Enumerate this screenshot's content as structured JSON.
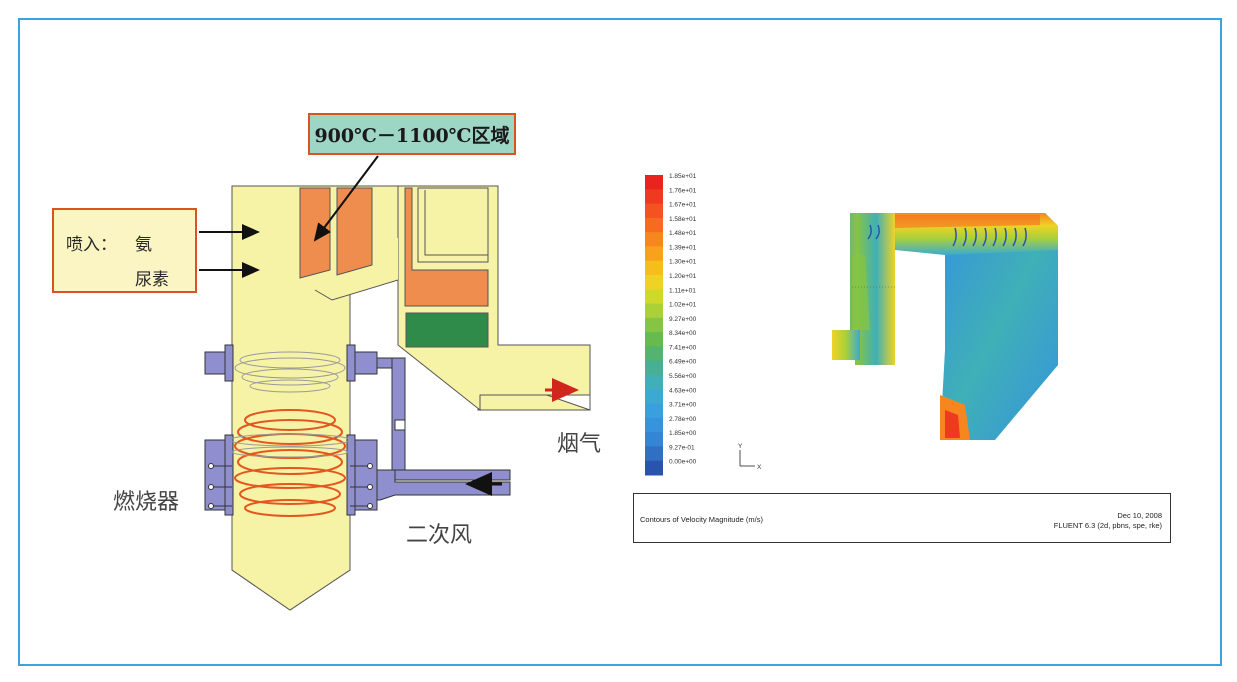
{
  "diagram": {
    "zone_label": "900℃－1100℃区域",
    "inject_prefix": "喷入：",
    "inject_item1": "氨",
    "inject_item2": "尿素",
    "burner_label": "燃烧器",
    "flue_gas_label": "烟气",
    "secondary_air_label": "二次风"
  },
  "cfd": {
    "colorbar_labels": [
      "1.85e+01",
      "1.76e+01",
      "1.67e+01",
      "1.58e+01",
      "1.48e+01",
      "1.39e+01",
      "1.30e+01",
      "1.20e+01",
      "1.11e+01",
      "1.02e+01",
      "9.27e+00",
      "8.34e+00",
      "7.41e+00",
      "6.49e+00",
      "5.56e+00",
      "4.63e+00",
      "3.71e+00",
      "2.78e+00",
      "1.85e+00",
      "9.27e-01",
      "0.00e+00"
    ],
    "colorbar_colors": [
      "#e8241c",
      "#ee3a1e",
      "#f2531f",
      "#f56c20",
      "#f7861f",
      "#f9a11f",
      "#f7bd1e",
      "#eed326",
      "#cfd92c",
      "#aad03a",
      "#86c443",
      "#67bb4e",
      "#52b46e",
      "#46af94",
      "#3fb0b7",
      "#3aaad2",
      "#38a0de",
      "#3594dd",
      "#3385d6",
      "#2f6fc4",
      "#2a53b0"
    ],
    "axis_y": "Y",
    "axis_x": "X",
    "caption_title": "Contours of Velocity Magnitude (m/s)",
    "caption_date": "Dec 10, 2008",
    "caption_version": "FLUENT 6.3 (2d, pbns, spe, rke)"
  }
}
